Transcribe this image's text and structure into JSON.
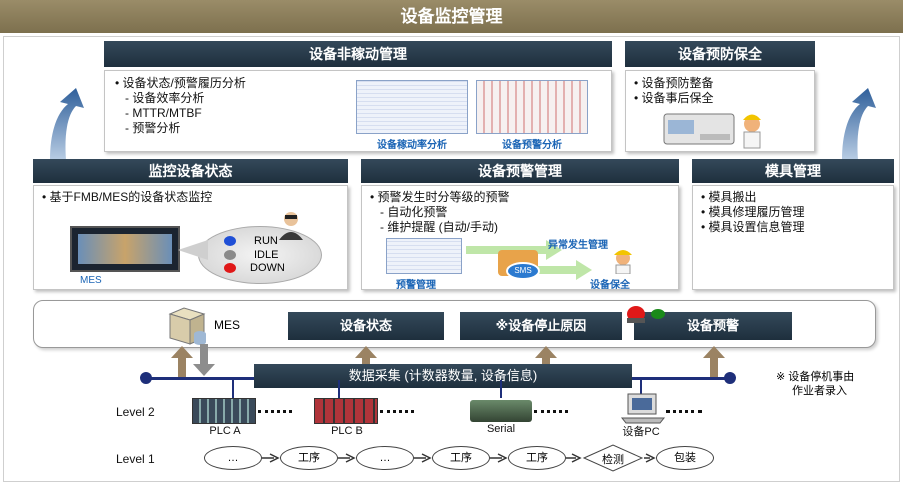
{
  "title": "设备监控管理",
  "nonoperation": {
    "header": "设备非稼动管理",
    "items": [
      "设备状态/预警履历分析",
      "设备效率分析",
      "MTTR/MTBF",
      "预警分析"
    ],
    "captions": [
      "设备稼动率分析",
      "设备预警分析"
    ]
  },
  "prevent": {
    "header": "设备预防保全",
    "items": [
      "设备预防整备",
      "设备事后保全"
    ]
  },
  "monitor": {
    "header": "监控设备状态",
    "items": [
      "基于FMB/MES的设备状态监控"
    ],
    "mes_label": "MES",
    "states": [
      "RUN",
      "IDLE",
      "DOWN"
    ],
    "state_colors": [
      "#1f4fd6",
      "#8a8a8a",
      "#e01818"
    ]
  },
  "alarm": {
    "header": "设备预警管理",
    "items": [
      "预警发生时分等级的预警",
      "自动化预警",
      "维护提醒 (自动/手动)"
    ],
    "captions": [
      "异常发生管理",
      "预警管理",
      "设备保全"
    ],
    "sms_label": "SMS"
  },
  "mold": {
    "header": "模具管理",
    "items": [
      "模具搬出",
      "模具修理履历管理",
      "模具设置信息管理"
    ]
  },
  "bar": {
    "mes_label": "MES",
    "boxes": [
      "设备状态",
      "※设备停止原因",
      "设备预警"
    ]
  },
  "collect": "数据采集 (计数器数量, 设备信息)",
  "note": [
    "※ 设备停机事由",
    "作业者录入"
  ],
  "level2": {
    "label": "Level 2",
    "devices": [
      "PLC A",
      "PLC B",
      "Serial",
      "设备PC"
    ]
  },
  "level1": {
    "label": "Level 1",
    "steps": [
      "…",
      "工序",
      "…",
      "工序",
      "工序",
      "检测",
      "包装"
    ]
  }
}
